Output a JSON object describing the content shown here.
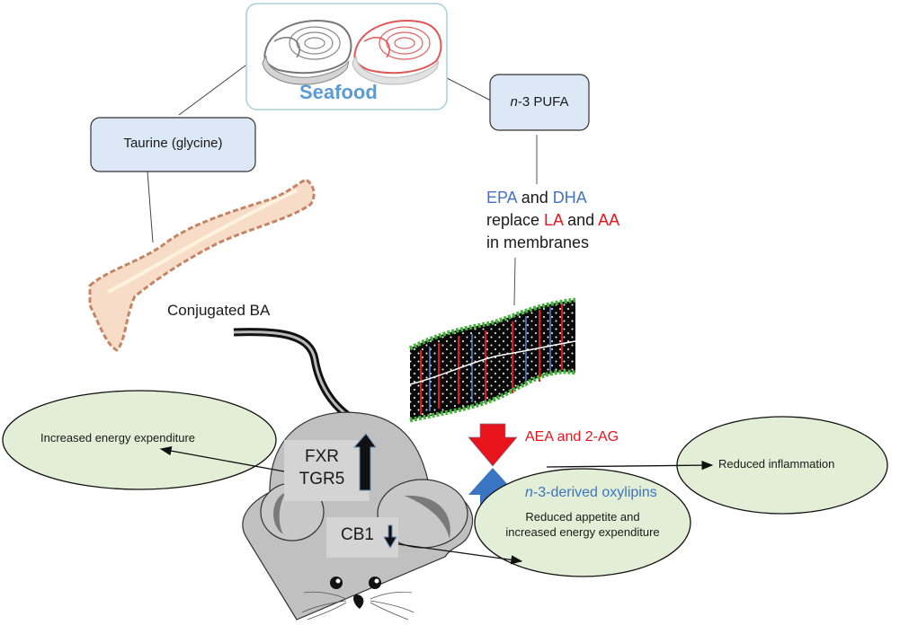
{
  "source": {
    "label": "Seafood",
    "icons": [
      "fish-steak-gray-icon",
      "fish-steak-red-icon"
    ]
  },
  "branches": {
    "left": {
      "label": "Taurine (glycine)"
    },
    "right": {
      "label_italic": "n",
      "label_rest": "-3 PUFA"
    }
  },
  "membrane_text": {
    "line1": [
      {
        "text": "EPA",
        "color": "blue"
      },
      {
        "text": " and ",
        "color": "dark"
      },
      {
        "text": "DHA",
        "color": "blue"
      }
    ],
    "line2": [
      {
        "text": "replace ",
        "color": "dark"
      },
      {
        "text": "LA",
        "color": "red"
      },
      {
        "text": " and ",
        "color": "dark"
      },
      {
        "text": "AA",
        "color": "red"
      }
    ],
    "line3": "in membranes"
  },
  "intestine_label": "Conjugated BA",
  "mouse": {
    "receptor_box_1": {
      "line1": "FXR",
      "line2": "TGR5",
      "arrow": "up"
    },
    "receptor_box_2": {
      "label": "CB1",
      "arrow": "down"
    }
  },
  "mediators": {
    "decrease": {
      "label": "AEA and 2-AG",
      "arrow": "down",
      "color": "#e8141b"
    },
    "increase": {
      "label_italic": "n",
      "label_rest": "-3-derived oxylipins",
      "arrow": "up",
      "color": "#3a75c4"
    }
  },
  "outcomes": {
    "left": "Increased energy expenditure",
    "right": "Reduced inflammation",
    "bottom_line1": "Reduced appetite and",
    "bottom_line2": "increased energy expenditure"
  },
  "colors": {
    "box_fill": "#dce8f5",
    "ellipse_fill": "#e3eed6",
    "seafood_text": "#5b9bd5",
    "mouse_body": "#c0c0c0",
    "membrane_head": "#46b43c"
  }
}
